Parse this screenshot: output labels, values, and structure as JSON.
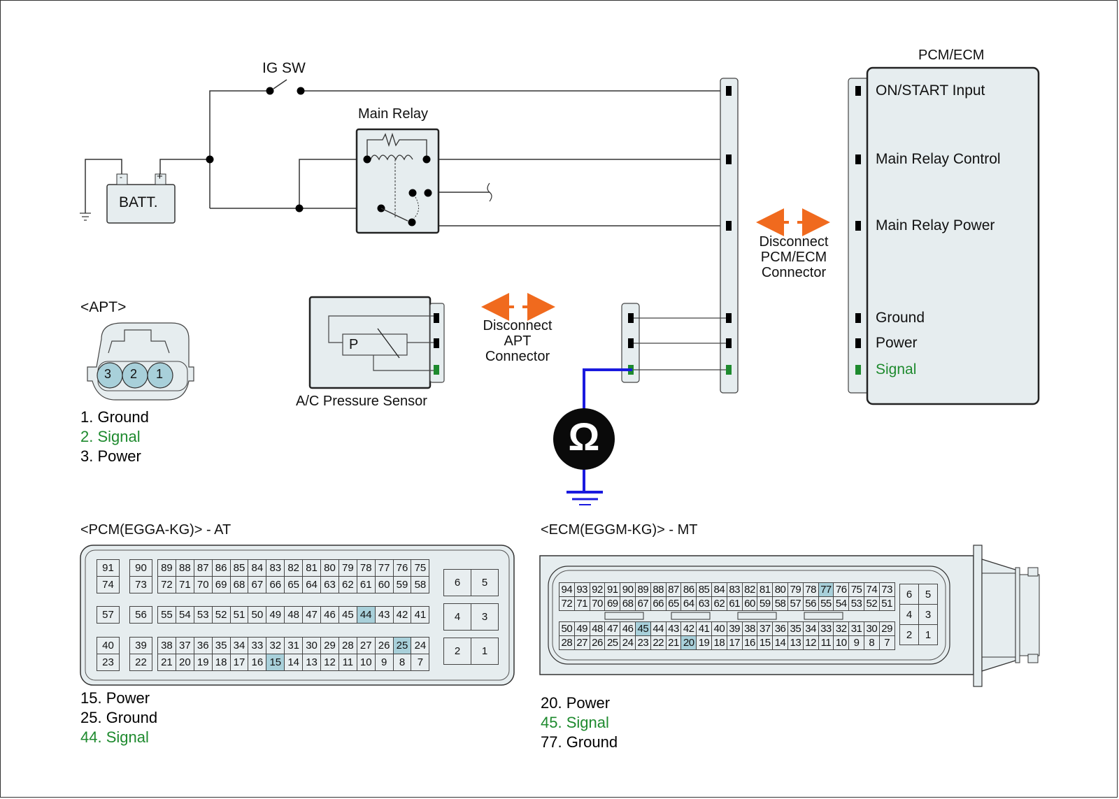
{
  "colors": {
    "wire": "#333333",
    "signal_green": "#1e8a2e",
    "highlight_pin": "#a8d0da",
    "body_fill": "#e6edef",
    "arrow_orange": "#f06a1e",
    "meter_lead_blue": "#1a1adf"
  },
  "circuit": {
    "ig_sw_label": "IG SW",
    "main_relay_label": "Main Relay",
    "battery_label": "BATT.",
    "battery_neg": "-",
    "battery_pos": "+",
    "sensor_label": "A/C Pressure Sensor",
    "sensor_symbol": "P",
    "apt_disconnect": [
      "Disconnect",
      "APT",
      "Connector"
    ],
    "pcm_disconnect": [
      "Disconnect",
      "PCM/ECM",
      "Connector"
    ],
    "meter_symbol": "Ω",
    "pcm_ecm_title": "PCM/ECM",
    "pcm_ecm_terminals": [
      {
        "label": "ON/START Input",
        "signal": false
      },
      {
        "label": "Main Relay Control",
        "signal": false
      },
      {
        "label": "Main Relay Power",
        "signal": false
      },
      {
        "label": "Ground",
        "signal": false
      },
      {
        "label": "Power",
        "signal": false
      },
      {
        "label": "Signal",
        "signal": true
      }
    ]
  },
  "apt_connector": {
    "title": "<APT>",
    "pins": [
      "3",
      "2",
      "1"
    ],
    "legend": [
      {
        "text": "1. Ground",
        "signal": false
      },
      {
        "text": "2. Signal",
        "signal": true
      },
      {
        "text": "3. Power",
        "signal": false
      }
    ]
  },
  "pcm_connector": {
    "title": "<PCM(EGGA-KG)> - AT",
    "left_col1": [
      [
        "91",
        "74"
      ],
      [
        "57"
      ],
      [
        "40",
        "23"
      ]
    ],
    "left_col2": [
      [
        "90",
        "73"
      ],
      [
        "56"
      ],
      [
        "39",
        "22"
      ]
    ],
    "row1": [
      "89",
      "88",
      "87",
      "86",
      "85",
      "84",
      "83",
      "82",
      "81",
      "80",
      "79",
      "78",
      "77",
      "76",
      "75"
    ],
    "row2": [
      "72",
      "71",
      "70",
      "69",
      "68",
      "67",
      "66",
      "65",
      "64",
      "63",
      "62",
      "61",
      "60",
      "59",
      "58"
    ],
    "row3": [
      "55",
      "54",
      "53",
      "52",
      "51",
      "50",
      "49",
      "48",
      "47",
      "46",
      "45",
      "44",
      "43",
      "42",
      "41"
    ],
    "row4": [
      "38",
      "37",
      "36",
      "35",
      "34",
      "33",
      "32",
      "31",
      "30",
      "29",
      "28",
      "27",
      "26",
      "25",
      "24"
    ],
    "row5": [
      "21",
      "20",
      "19",
      "18",
      "17",
      "16",
      "15",
      "14",
      "13",
      "12",
      "11",
      "10",
      "9",
      "8",
      "7"
    ],
    "right_block": [
      [
        "6",
        "5"
      ],
      [
        "4",
        "3"
      ],
      [
        "2",
        "1"
      ]
    ],
    "highlighted": [
      "15",
      "25",
      "44"
    ],
    "legend": [
      {
        "text": "15. Power",
        "signal": false
      },
      {
        "text": "25. Ground",
        "signal": false
      },
      {
        "text": "44. Signal",
        "signal": true
      }
    ]
  },
  "ecm_connector": {
    "title": "<ECM(EGGM-KG)> - MT",
    "row1": [
      "94",
      "93",
      "92",
      "91",
      "90",
      "89",
      "88",
      "87",
      "86",
      "85",
      "84",
      "83",
      "82",
      "81",
      "80",
      "79",
      "78",
      "77",
      "76",
      "75",
      "74",
      "73"
    ],
    "row2": [
      "72",
      "71",
      "70",
      "69",
      "68",
      "67",
      "66",
      "65",
      "64",
      "63",
      "62",
      "61",
      "60",
      "59",
      "58",
      "57",
      "56",
      "55",
      "54",
      "53",
      "52",
      "51"
    ],
    "row3": [
      "50",
      "49",
      "48",
      "47",
      "46",
      "45",
      "44",
      "43",
      "42",
      "41",
      "40",
      "39",
      "38",
      "37",
      "36",
      "35",
      "34",
      "33",
      "32",
      "31",
      "30",
      "29"
    ],
    "row4": [
      "28",
      "27",
      "26",
      "25",
      "24",
      "23",
      "22",
      "21",
      "20",
      "19",
      "18",
      "17",
      "16",
      "15",
      "14",
      "13",
      "12",
      "11",
      "10",
      "9",
      "8",
      "7"
    ],
    "right_block": [
      [
        "6",
        "5"
      ],
      [
        "4",
        "3"
      ],
      [
        "2",
        "1"
      ]
    ],
    "highlighted": [
      "77",
      "45",
      "20"
    ],
    "legend": [
      {
        "text": "20. Power",
        "signal": false
      },
      {
        "text": "45. Signal",
        "signal": true
      },
      {
        "text": "77. Ground",
        "signal": false
      }
    ]
  }
}
